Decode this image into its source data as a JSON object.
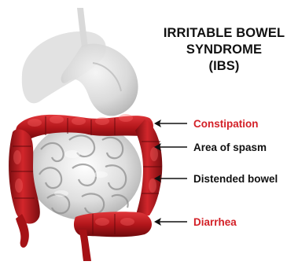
{
  "title": {
    "line1": "IRRITABLE BOWEL",
    "line2": "SYNDROME",
    "line3": "(IBS)"
  },
  "callouts": [
    {
      "label": "Constipation",
      "color": "#d32027"
    },
    {
      "label": "Area of spasm",
      "color": "#111111"
    },
    {
      "label": "Distended bowel",
      "color": "#111111"
    },
    {
      "label": "Diarrhea",
      "color": "#d32027"
    }
  ],
  "colors": {
    "colon": "#b3161b",
    "colon_dark": "#7a0d10",
    "small_intestine": "#d9d9d9",
    "stomach": "#cfcfcf"
  }
}
